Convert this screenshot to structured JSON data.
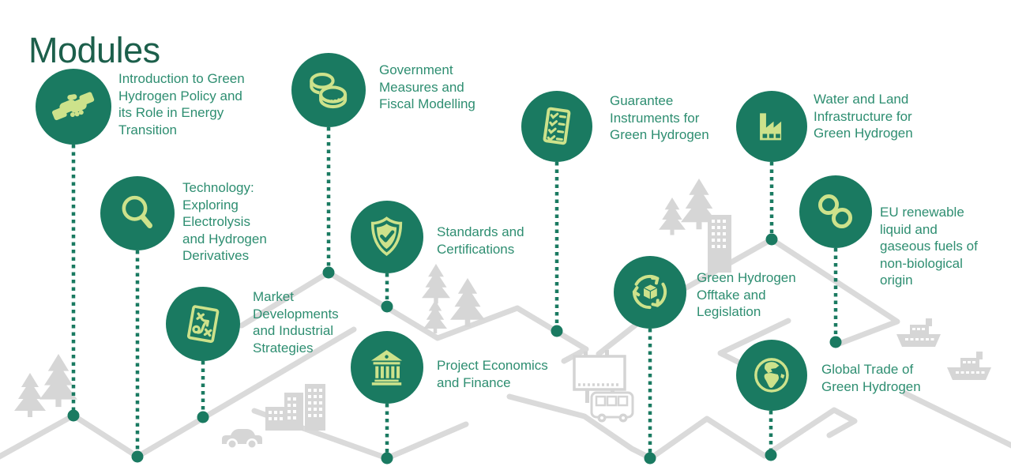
{
  "title": "Modules",
  "colors": {
    "circle": "#1a7a61",
    "icon": "#cde28b",
    "label_text": "#2e8e71",
    "title_text": "#1c5f4b",
    "scenery_gray": "#d9d9d9"
  },
  "modules": [
    {
      "name": "intro-energy-transition",
      "icon": "handshake-icon",
      "label": "Introduction to Green\nHydrogen Policy and\nits Role in Energy\nTransition"
    },
    {
      "name": "government-measures",
      "icon": "coins-icon",
      "label": "Government\nMeasures and\nFiscal Modelling"
    },
    {
      "name": "guarantee-instruments",
      "icon": "checklist-icon",
      "label": "Guarantee\nInstruments for\nGreen Hydrogen"
    },
    {
      "name": "water-land-infrastructure",
      "icon": "factory-icon",
      "label": "Water and Land\nInfrastructure for\nGreen Hydrogen"
    },
    {
      "name": "technology-electrolysis",
      "icon": "magnifier-icon",
      "label": "Technology:\nExploring\nElectrolysis\nand Hydrogen\nDerivatives"
    },
    {
      "name": "standards-certifications",
      "icon": "shield-check-icon",
      "label": "Standards and\nCertifications"
    },
    {
      "name": "eu-renewable-fuels",
      "icon": "chain-link-icon",
      "label": "EU renewable\nliquid and\ngaseous fuels of\nnon-biological\norigin"
    },
    {
      "name": "market-developments",
      "icon": "strategy-board-icon",
      "label": "Market\nDevelopments\nand Industrial\nStrategies"
    },
    {
      "name": "offtake-legislation",
      "icon": "recycle-box-icon",
      "label": "Green Hydrogen\nOfftake and\nLegislation"
    },
    {
      "name": "project-economics",
      "icon": "bank-icon",
      "label": "Project Economics\nand Finance"
    },
    {
      "name": "global-trade",
      "icon": "globe-icon",
      "label": "Global Trade of\nGreen Hydrogen"
    }
  ]
}
